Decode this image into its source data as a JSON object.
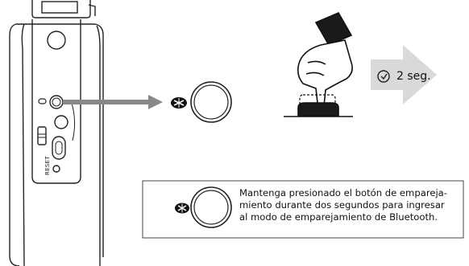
{
  "device": {
    "reset_label": "RESET"
  },
  "timer": {
    "label": "2 seg.",
    "icon": "clock-check-icon"
  },
  "callout": {
    "lines": [
      "Mantenga presionado el botón de empareja-",
      "miento durante dos segundos para ingresar",
      "al modo de emparejamiento de Bluetooth."
    ],
    "icon": "bluetooth-badge-icon"
  },
  "colors": {
    "arrow": "#888888",
    "timer_arrow": "#d9d9d9",
    "line": "#222222"
  }
}
